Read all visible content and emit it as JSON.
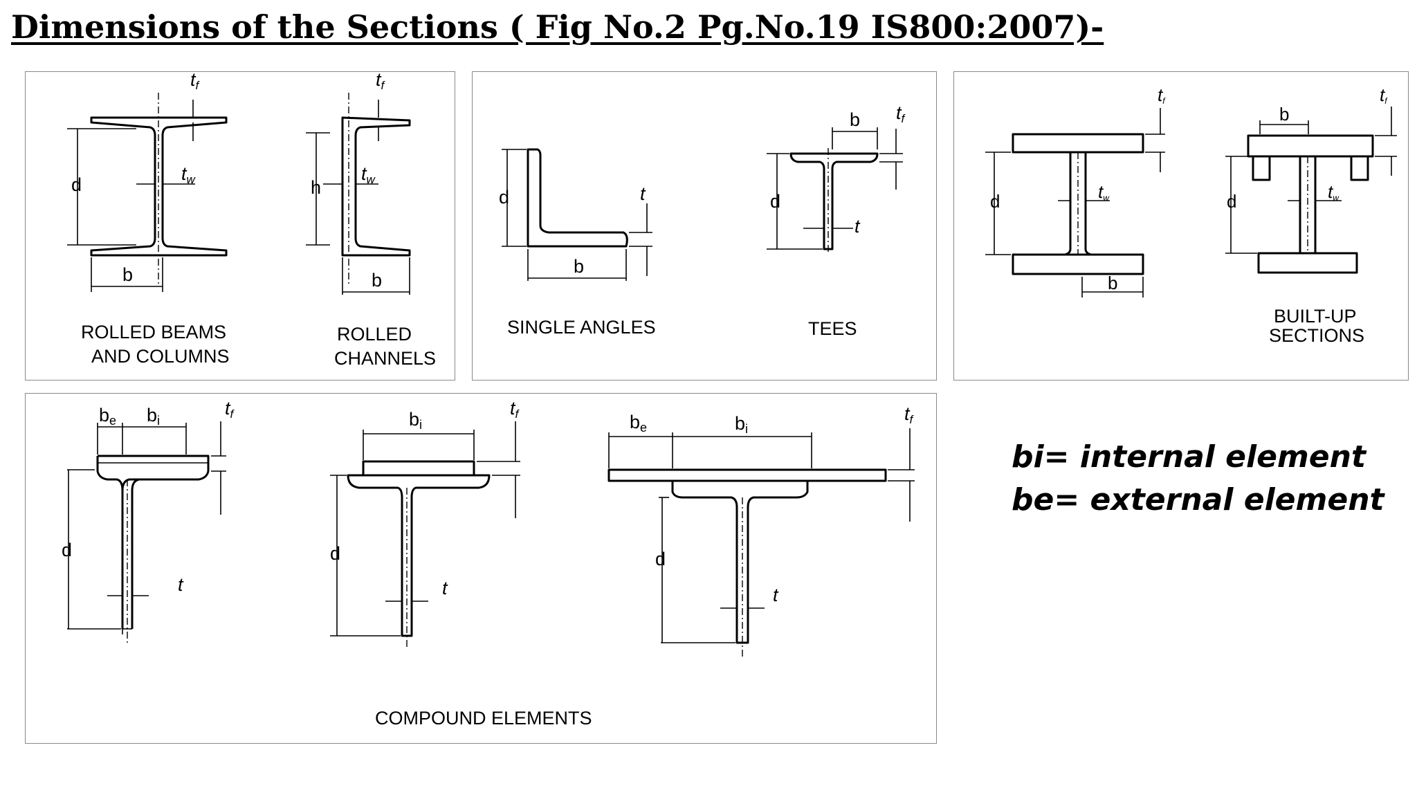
{
  "title": "Dimensions of the Sections ( Fig No.2 Pg.No.19 IS800:2007)-",
  "panels": {
    "rolled": {
      "beams_label_line1": "ROLLED BEAMS",
      "beams_label_line2": "AND COLUMNS",
      "channels_label_line1": "ROLLED",
      "channels_label_line2": "CHANNELS"
    },
    "angles_tees": {
      "angles_label": "SINGLE ANGLES",
      "tees_label": "TEES"
    },
    "builtup": {
      "label_line1": "BUILT-UP",
      "label_line2": "SECTIONS"
    },
    "compound": {
      "label": "COMPOUND ELEMENTS"
    }
  },
  "dims": {
    "d": "d",
    "b": "b",
    "h": "h",
    "t": "t",
    "tf": "t",
    "tf_sub": "f",
    "tw": "t",
    "tw_sub": "w",
    "bi": "b",
    "bi_sub": "i",
    "be": "b",
    "be_sub": "e"
  },
  "legend": {
    "bi": "bi= internal element",
    "be": "be= external element"
  }
}
